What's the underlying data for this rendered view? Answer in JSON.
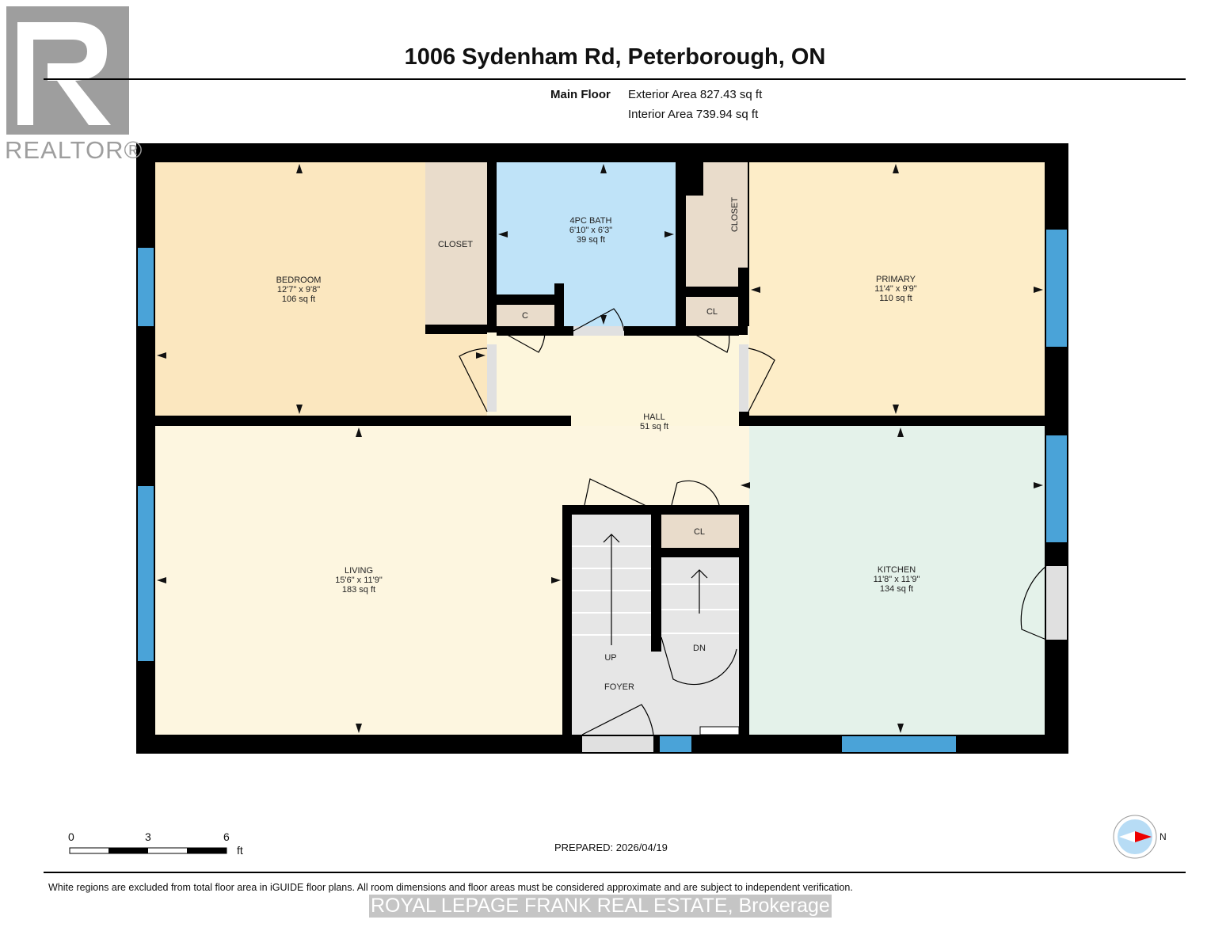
{
  "header": {
    "title": "1006 Sydenham Rd, Peterborough, ON",
    "floor": "Main Floor",
    "exterior_area": "Exterior Area 827.43 sq ft",
    "interior_area": "Interior Area 739.94 sq ft"
  },
  "logo": {
    "text": "REALTOR®"
  },
  "rooms": {
    "bedroom": {
      "name": "BEDROOM",
      "dims": "12'7\" x 9'8\"",
      "area": "106 sq ft",
      "color": "#fbe7bf"
    },
    "closet1": {
      "name": "CLOSET"
    },
    "bath": {
      "name": "4PC BATH",
      "dims": "6'10\" x 6'3\"",
      "area": "39 sq ft",
      "color": "#bfe3f8"
    },
    "closet2": {
      "name": "CLOSET"
    },
    "primary": {
      "name": "PRIMARY",
      "dims": "11'4\" x 9'9\"",
      "area": "110 sq ft",
      "color": "#fdedc8"
    },
    "c": {
      "name": "C"
    },
    "cl1": {
      "name": "CL"
    },
    "hall": {
      "name": "HALL",
      "area": "51 sq ft",
      "color": "#fdf6dc"
    },
    "living": {
      "name": "LIVING",
      "dims": "15'6\" x 11'9\"",
      "area": "183 sq ft",
      "color": "#fdf6e0"
    },
    "cl2": {
      "name": "CL"
    },
    "kitchen": {
      "name": "KITCHEN",
      "dims": "11'8\" x 11'9\"",
      "area": "134 sq ft",
      "color": "#e4f2ea"
    },
    "up": "UP",
    "dn": "DN",
    "foyer": "FOYER"
  },
  "colors": {
    "wall": "#000000",
    "window": "#4aa3d8",
    "closet": "#e9dccb",
    "stairs": "#e6e6e6"
  },
  "scale": {
    "ticks": [
      "0",
      "3",
      "6"
    ],
    "unit": "ft"
  },
  "prepared": "PREPARED: 2026/04/19",
  "compass": {
    "label": "N",
    "icon": "compass-icon"
  },
  "footer": {
    "disclaimer": "White regions are excluded from total floor area in iGUIDE floor plans. All room dimensions and floor areas must be considered approximate and are subject to independent verification.",
    "watermark": "ROYAL LEPAGE FRANK REAL ESTATE, Brokerage"
  }
}
